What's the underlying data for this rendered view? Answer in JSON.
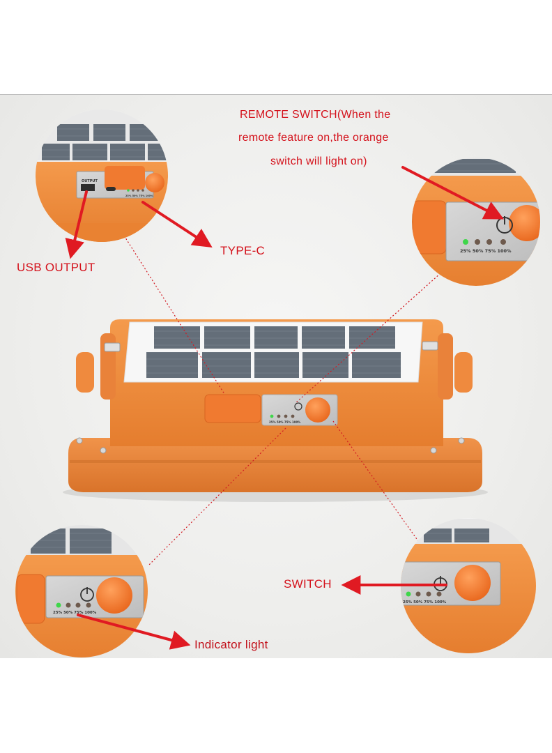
{
  "callouts": {
    "remote_switch_line1": "REMOTE SWITCH(When the",
    "remote_switch_line2": "remote feature on,the orange",
    "remote_switch_line3": "switch will light on)",
    "usb_output": "USB OUTPUT",
    "type_c": "TYPE-C",
    "switch": "SWITCH",
    "indicator_light": "Indicator light"
  },
  "panel_labels": {
    "output": "OUTPUT",
    "levels": [
      "25%",
      "50%",
      "75%",
      "100%"
    ]
  },
  "colors": {
    "callout_red": "#d4111b",
    "housing_orange": "#ee8a3c",
    "button_orange": "#f07a2a",
    "indicator_green": "#3fd64a",
    "indicator_off": "#6e5a4d",
    "solar_cell": "#5f6a76"
  },
  "icons": [
    "power-icon",
    "arrow-icon",
    "usb-port-icon",
    "usb-c-port-icon"
  ]
}
